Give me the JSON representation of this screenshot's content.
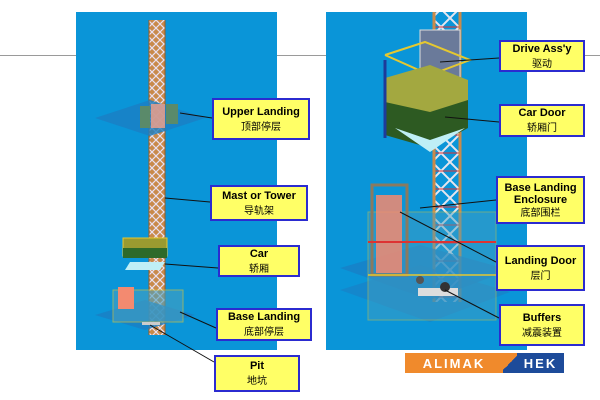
{
  "left_labels": [
    {
      "en": "Upper Landing",
      "zh": "顶部停层"
    },
    {
      "en": "Mast or Tower",
      "zh": "导轨架"
    },
    {
      "en": "Car",
      "zh": "轿厢"
    },
    {
      "en": "Base Landing",
      "zh": "底部停层"
    },
    {
      "en": "Pit",
      "zh": "地坑"
    }
  ],
  "right_labels": [
    {
      "en": "Drive Ass'y",
      "zh": "驱动"
    },
    {
      "en": "Car Door",
      "zh": "轿厢门"
    },
    {
      "en": "Base Landing Enclosure",
      "zh": "底部围栏"
    },
    {
      "en": "Landing Door",
      "zh": "层门"
    },
    {
      "en": "Buffers",
      "zh": "减震装置"
    }
  ],
  "logo": {
    "left": "ALIMAK",
    "right": "HEK",
    "text": "ALIMAK HEK"
  },
  "colors": {
    "panel": "#0a95d8",
    "label_bg": "#ffff66",
    "label_border": "#2b2bd0",
    "logo_orange": "#f08a2c",
    "logo_blue": "#1d4b9a"
  }
}
